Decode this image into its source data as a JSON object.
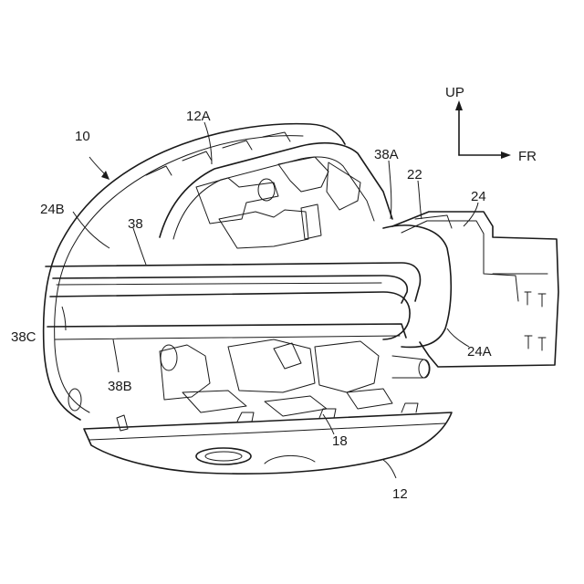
{
  "direction": {
    "up_label": "UP",
    "forward_label": "FR"
  },
  "labels": {
    "assembly": "10",
    "cover": "12",
    "upper_cover": "12A",
    "part_18": "18",
    "part_22": "22",
    "part_24": "24",
    "part_24A": "24A",
    "part_24B": "24B",
    "part_38": "38",
    "part_38A": "38A",
    "part_38B": "38B",
    "part_38C": "38C"
  }
}
